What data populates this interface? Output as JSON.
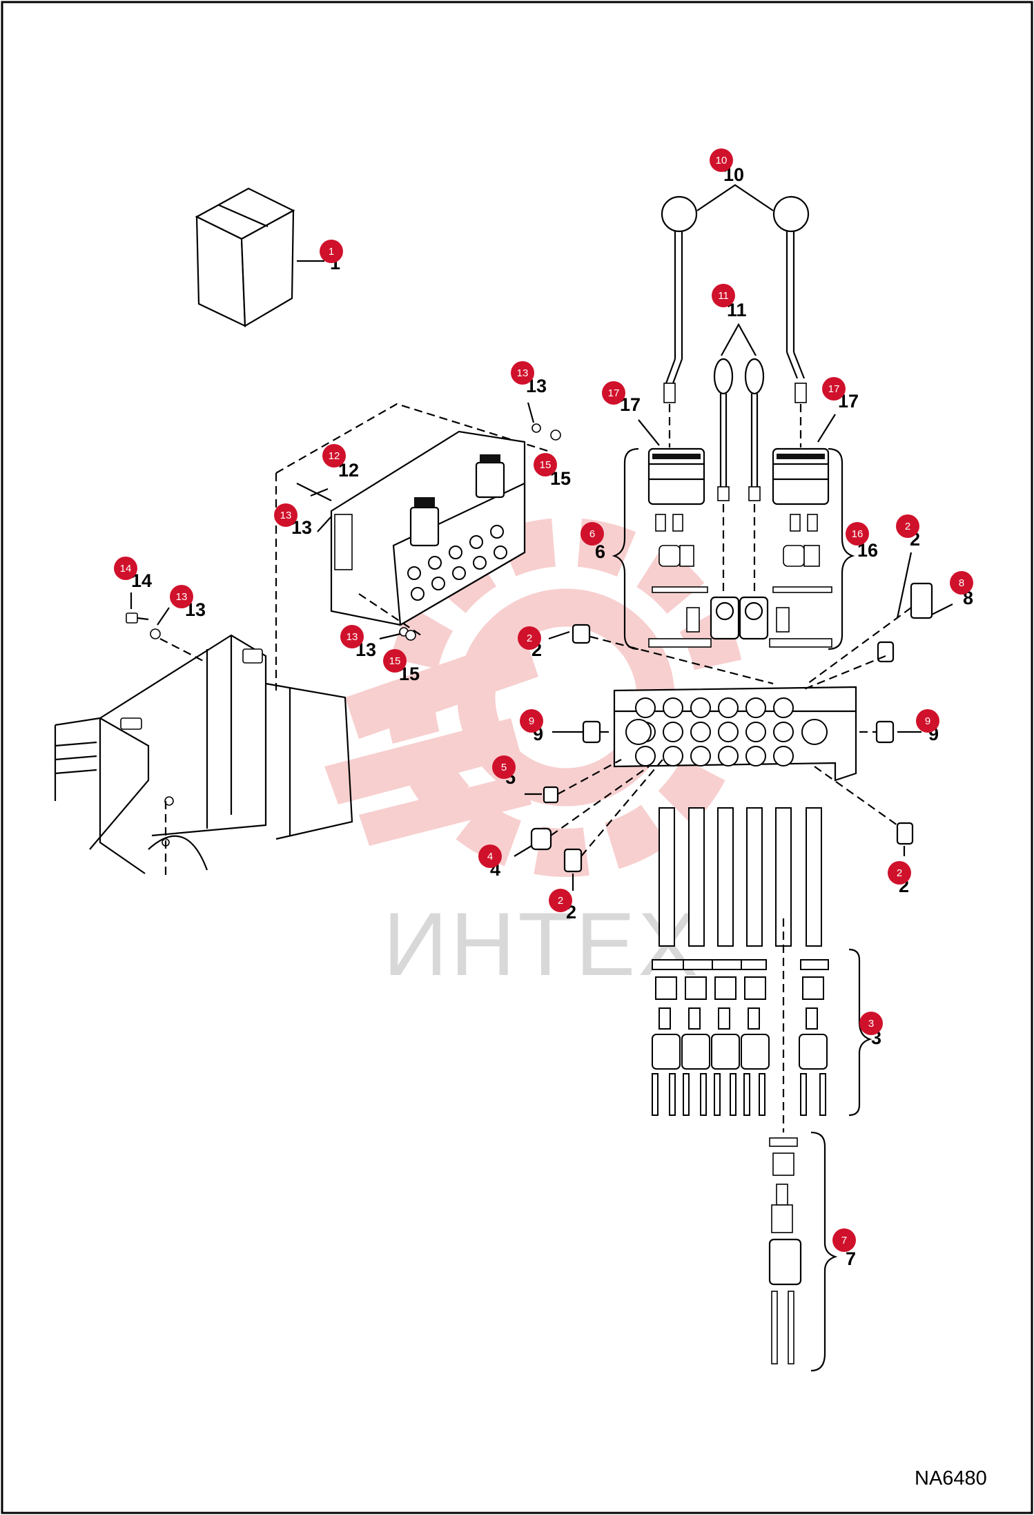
{
  "diagram": {
    "code": "NA6480",
    "watermark": "ИНТЕХ",
    "colors": {
      "badge": "#d0112b",
      "line": "#000000",
      "watermark": "#f2b6b6"
    },
    "callouts": [
      {
        "id": "c1",
        "number": "1",
        "label": "1"
      },
      {
        "id": "c10",
        "number": "10",
        "label": "10"
      },
      {
        "id": "c11",
        "number": "11",
        "label": "11"
      },
      {
        "id": "c13a",
        "number": "13",
        "label": "13"
      },
      {
        "id": "c15a",
        "number": "15",
        "label": "15"
      },
      {
        "id": "c12",
        "number": "12",
        "label": "12"
      },
      {
        "id": "c13b",
        "number": "13",
        "label": "13"
      },
      {
        "id": "c17a",
        "number": "17",
        "label": "17"
      },
      {
        "id": "c17b",
        "number": "17",
        "label": "17"
      },
      {
        "id": "c6",
        "number": "6",
        "label": "6"
      },
      {
        "id": "c16",
        "number": "16",
        "label": "16"
      },
      {
        "id": "c2a",
        "number": "2",
        "label": "2"
      },
      {
        "id": "c8",
        "number": "8",
        "label": "8"
      },
      {
        "id": "c14",
        "number": "14",
        "label": "14"
      },
      {
        "id": "c13c",
        "number": "13",
        "label": "13"
      },
      {
        "id": "c13d",
        "number": "13",
        "label": "13"
      },
      {
        "id": "c15b",
        "number": "15",
        "label": "15"
      },
      {
        "id": "c2b",
        "number": "2",
        "label": "2"
      },
      {
        "id": "c9a",
        "number": "9",
        "label": "9"
      },
      {
        "id": "c9b",
        "number": "9",
        "label": "9"
      },
      {
        "id": "c5",
        "number": "5",
        "label": "5"
      },
      {
        "id": "c4",
        "number": "4",
        "label": "4"
      },
      {
        "id": "c2c",
        "number": "2",
        "label": "2"
      },
      {
        "id": "c2d",
        "number": "2",
        "label": "2"
      },
      {
        "id": "c3",
        "number": "3",
        "label": "3"
      },
      {
        "id": "c7",
        "number": "7",
        "label": "7"
      }
    ]
  }
}
